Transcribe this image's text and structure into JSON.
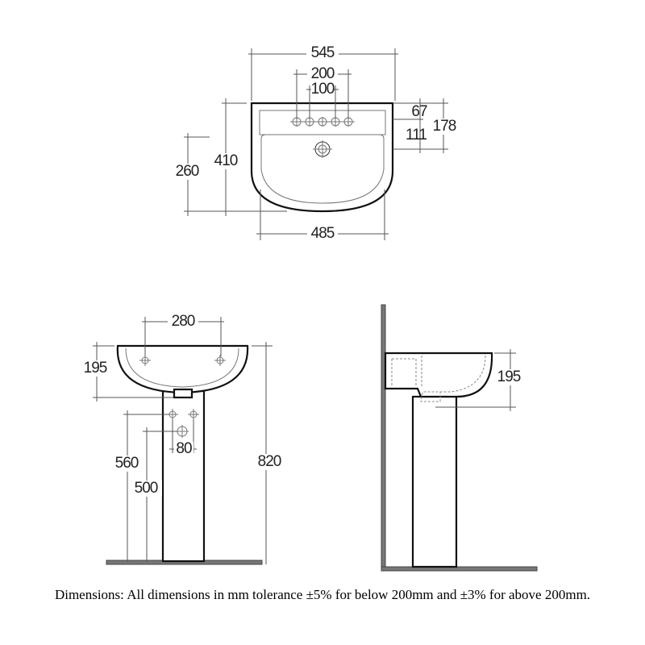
{
  "plan_view": {
    "width_overall": "545",
    "tap_centres_outer": "200",
    "tap_centres_inner": "100",
    "tap_to_back": "67",
    "waste_from_taps": "111",
    "waste_to_back": "178",
    "depth": "410",
    "bowl_depth": "260",
    "bowl_width": "485"
  },
  "front_view": {
    "fixing_centres": "280",
    "basin_height": "195",
    "overall_height": "820",
    "supply_height": "560",
    "waste_height": "500",
    "supply_centres": "80"
  },
  "side_view": {
    "basin_height": "195"
  },
  "caption": "Dimensions: All dimensions in mm tolerance ±5% for below 200mm and ±3% for above 200mm.",
  "colors": {
    "outline": "#111111",
    "dimension": "#555555",
    "floor": "#777777"
  }
}
